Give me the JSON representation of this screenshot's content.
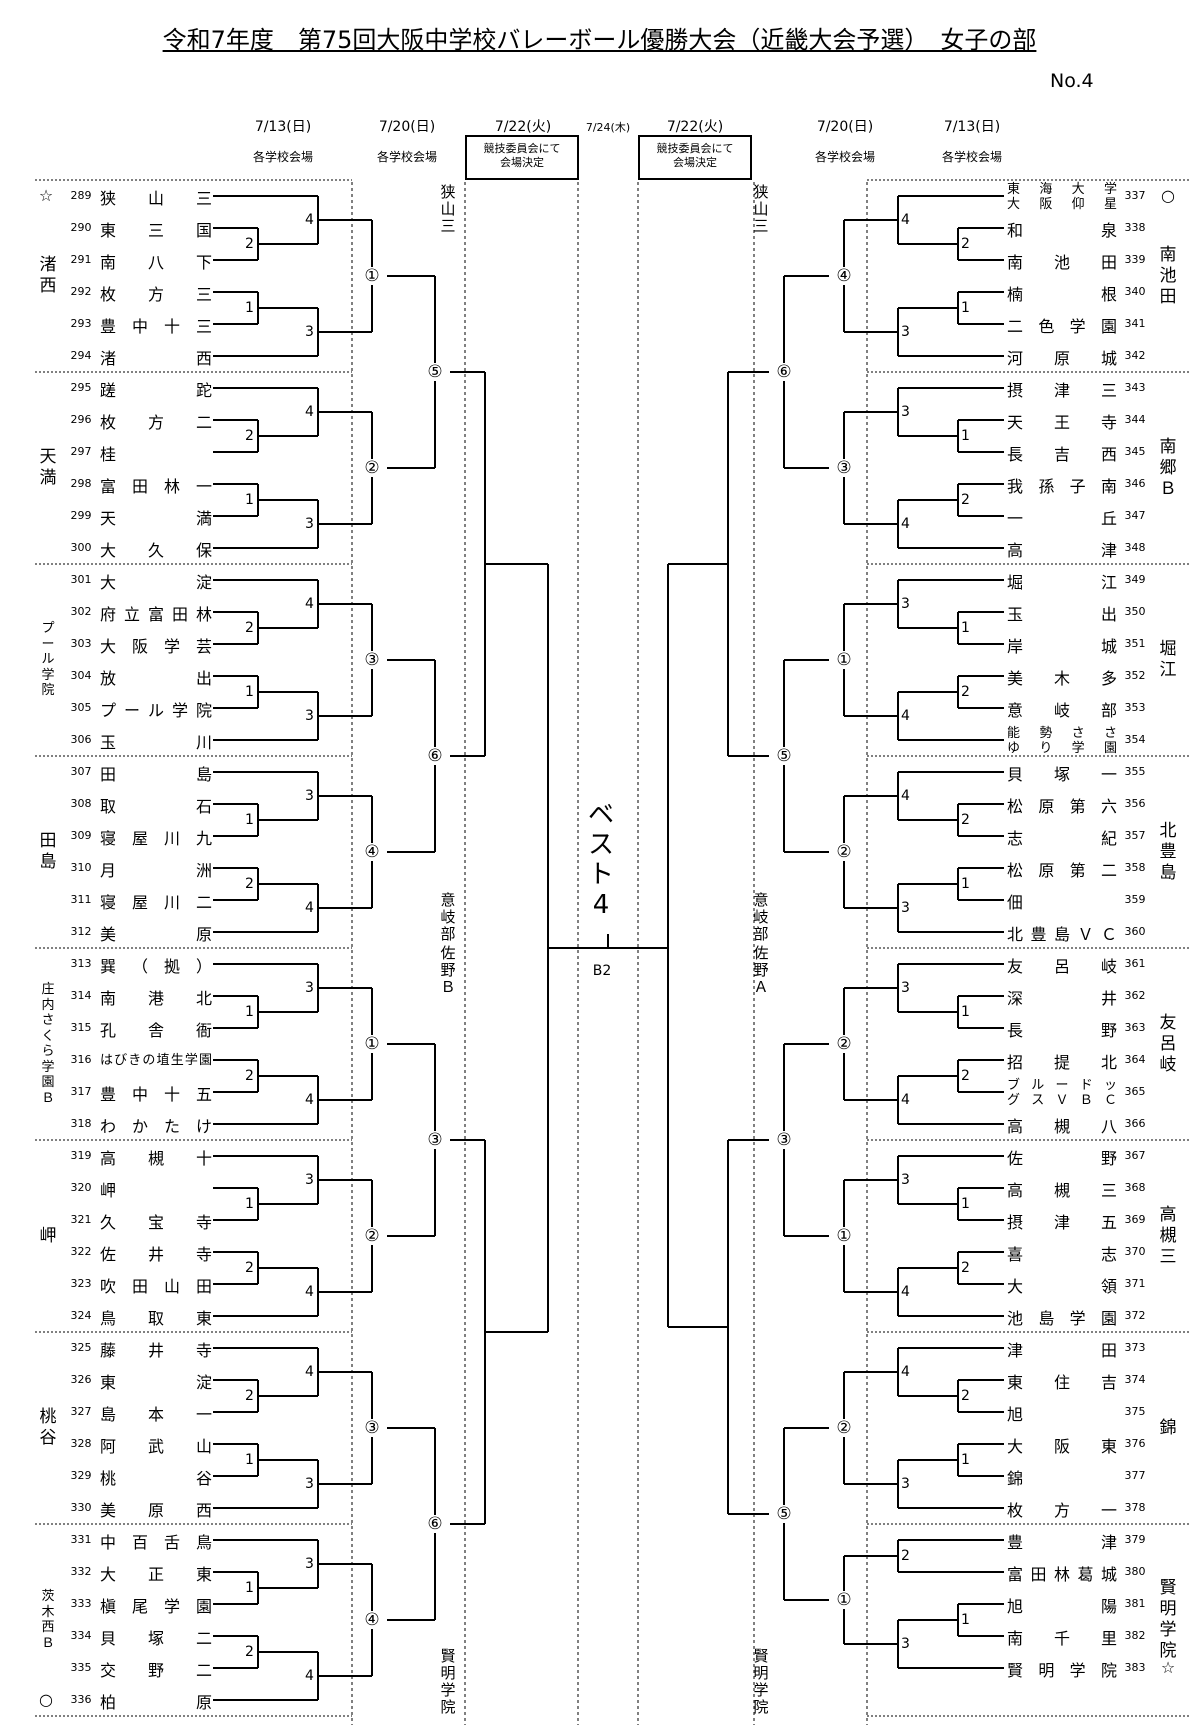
{
  "header": {
    "title": "令和7年度　第75回大阪中学校バレーボール優勝大会（近畿大会予選）　女子の部",
    "doc_no": "No.4"
  },
  "columns": {
    "date_1": "7/13(日)",
    "date_2": "7/20(日)",
    "date_3": "7/22(火)",
    "date_final": "7/24(木)",
    "venue_school": "各学校会場",
    "venue_committee": "競技委員会にて\n会場決定"
  },
  "center": {
    "label": "ベスト4",
    "match": "B2"
  },
  "marks": {
    "star": "☆",
    "circle": "○"
  },
  "left_teams": [
    {
      "no": "289",
      "name": "狭山三"
    },
    {
      "no": "290",
      "name": "東三国"
    },
    {
      "no": "291",
      "name": "南八下"
    },
    {
      "no": "292",
      "name": "枚方三"
    },
    {
      "no": "293",
      "name": "豊中十三"
    },
    {
      "no": "294",
      "name": "渚西"
    },
    {
      "no": "295",
      "name": "蹉跎"
    },
    {
      "no": "296",
      "name": "枚方二"
    },
    {
      "no": "297",
      "name": "桂"
    },
    {
      "no": "298",
      "name": "富田林一"
    },
    {
      "no": "299",
      "name": "天満"
    },
    {
      "no": "300",
      "name": "大久保"
    },
    {
      "no": "301",
      "name": "大淀"
    },
    {
      "no": "302",
      "name": "府立富田林"
    },
    {
      "no": "303",
      "name": "大阪学芸"
    },
    {
      "no": "304",
      "name": "放出"
    },
    {
      "no": "305",
      "name": "プール学院"
    },
    {
      "no": "306",
      "name": "玉川"
    },
    {
      "no": "307",
      "name": "田島"
    },
    {
      "no": "308",
      "name": "取石"
    },
    {
      "no": "309",
      "name": "寝屋川九"
    },
    {
      "no": "310",
      "name": "月洲"
    },
    {
      "no": "311",
      "name": "寝屋川二"
    },
    {
      "no": "312",
      "name": "美原"
    },
    {
      "no": "313",
      "name": "巽（拠）"
    },
    {
      "no": "314",
      "name": "南港北"
    },
    {
      "no": "315",
      "name": "孔舎衙"
    },
    {
      "no": "316",
      "name": "はびきの埴生学園"
    },
    {
      "no": "317",
      "name": "豊中十五"
    },
    {
      "no": "318",
      "name": "わかたけ"
    },
    {
      "no": "319",
      "name": "高槻十"
    },
    {
      "no": "320",
      "name": "岬"
    },
    {
      "no": "321",
      "name": "久宝寺"
    },
    {
      "no": "322",
      "name": "佐井寺"
    },
    {
      "no": "323",
      "name": "吹田山田"
    },
    {
      "no": "324",
      "name": "鳥取東"
    },
    {
      "no": "325",
      "name": "藤井寺"
    },
    {
      "no": "326",
      "name": "東淀"
    },
    {
      "no": "327",
      "name": "島本一"
    },
    {
      "no": "328",
      "name": "阿武山"
    },
    {
      "no": "329",
      "name": "桃谷"
    },
    {
      "no": "330",
      "name": "美原西"
    },
    {
      "no": "331",
      "name": "中百舌鳥"
    },
    {
      "no": "332",
      "name": "大正東"
    },
    {
      "no": "333",
      "name": "槇尾学園"
    },
    {
      "no": "334",
      "name": "貝塚二"
    },
    {
      "no": "335",
      "name": "交野二"
    },
    {
      "no": "336",
      "name": "柏原"
    }
  ],
  "right_teams": [
    {
      "no": "337",
      "name": "東海大学大阪仰星"
    },
    {
      "no": "338",
      "name": "和泉"
    },
    {
      "no": "339",
      "name": "南池田"
    },
    {
      "no": "340",
      "name": "楠根"
    },
    {
      "no": "341",
      "name": "二色学園"
    },
    {
      "no": "342",
      "name": "河原城"
    },
    {
      "no": "343",
      "name": "摂津三"
    },
    {
      "no": "344",
      "name": "天王寺"
    },
    {
      "no": "345",
      "name": "長吉西"
    },
    {
      "no": "346",
      "name": "我孫子南"
    },
    {
      "no": "347",
      "name": "一丘"
    },
    {
      "no": "348",
      "name": "高津"
    },
    {
      "no": "349",
      "name": "堀江"
    },
    {
      "no": "350",
      "name": "玉出"
    },
    {
      "no": "351",
      "name": "岸城"
    },
    {
      "no": "352",
      "name": "美木多"
    },
    {
      "no": "353",
      "name": "意岐部"
    },
    {
      "no": "354",
      "name": "能勢ささゆり学園"
    },
    {
      "no": "355",
      "name": "貝塚一"
    },
    {
      "no": "356",
      "name": "松原第六"
    },
    {
      "no": "357",
      "name": "志紀"
    },
    {
      "no": "358",
      "name": "松原第二"
    },
    {
      "no": "359",
      "name": "佃"
    },
    {
      "no": "360",
      "name": "北豊島ＶＣ"
    },
    {
      "no": "361",
      "name": "友呂岐"
    },
    {
      "no": "362",
      "name": "深井"
    },
    {
      "no": "363",
      "name": "長野"
    },
    {
      "no": "364",
      "name": "招提北"
    },
    {
      "no": "365",
      "name": "ブルードッグスＶＢＣ"
    },
    {
      "no": "366",
      "name": "高槻八"
    },
    {
      "no": "367",
      "name": "佐野"
    },
    {
      "no": "368",
      "name": "高槻三"
    },
    {
      "no": "369",
      "name": "摂津五"
    },
    {
      "no": "370",
      "name": "喜志"
    },
    {
      "no": "371",
      "name": "大領"
    },
    {
      "no": "372",
      "name": "池島学園"
    },
    {
      "no": "373",
      "name": "津田"
    },
    {
      "no": "374",
      "name": "東住吉"
    },
    {
      "no": "375",
      "name": "旭"
    },
    {
      "no": "376",
      "name": "大阪東"
    },
    {
      "no": "377",
      "name": "錦"
    },
    {
      "no": "378",
      "name": "枚方一"
    },
    {
      "no": "379",
      "name": "豊津"
    },
    {
      "no": "380",
      "name": "富田林葛城"
    },
    {
      "no": "381",
      "name": "旭陽"
    },
    {
      "no": "382",
      "name": "南千里"
    },
    {
      "no": "383",
      "name": "賢明学院"
    }
  ],
  "left_groups": [
    "渚西",
    "天満",
    "プール学院",
    "田島",
    "庄内さくら学園Ｂ",
    "岬",
    "桃谷",
    "茨木西Ｂ"
  ],
  "right_groups": [
    "南池田",
    "南郷Ｂ",
    "堀江",
    "北豊島",
    "友呂岐",
    "高槻三",
    "錦",
    "賢明学院"
  ],
  "left_match_nums": [
    [
      "2",
      "1",
      "4",
      "3"
    ],
    [
      "2",
      "1",
      "4",
      "3"
    ],
    [
      "2",
      "1",
      "4",
      "3"
    ],
    [
      "1",
      "2",
      "3",
      "4"
    ],
    [
      "1",
      "2",
      "3",
      "4"
    ],
    [
      "1",
      "2",
      "3",
      "4"
    ],
    [
      "2",
      "1",
      "4",
      "3"
    ],
    [
      "1",
      "2",
      "3",
      "4"
    ]
  ],
  "right_match_nums": [
    [
      "2",
      "1",
      "4",
      "3"
    ],
    [
      "1",
      "2",
      "3",
      "4"
    ],
    [
      "1",
      "2",
      "3",
      "4"
    ],
    [
      "2",
      "1",
      "4",
      "3"
    ],
    [
      "1",
      "2",
      "3",
      "4"
    ],
    [
      "1",
      "2",
      "3",
      "4"
    ],
    [
      "2",
      "1",
      "4",
      "3"
    ],
    [
      "1",
      "2"
    ]
  ],
  "left_qf": [
    "①",
    "②",
    "③",
    "④",
    "①",
    "②",
    "③",
    "④"
  ],
  "right_qf": [
    "④",
    "③",
    "①",
    "②",
    "②",
    "①",
    "②",
    "①"
  ],
  "left_sf": [
    "⑤",
    "⑥",
    "③",
    "⑥"
  ],
  "right_sf": [
    "⑥",
    "⑤",
    "③",
    "⑤"
  ],
  "venue_labels": {
    "l_top": "狭山三",
    "l_mid_a": "意岐部",
    "l_mid_b": "佐野Ｂ",
    "l_bottom": "賢明学院",
    "r_top": "狭山三",
    "r_mid_a": "意岐部",
    "r_mid_b": "佐野Ａ",
    "r_bottom": "賢明学院"
  }
}
